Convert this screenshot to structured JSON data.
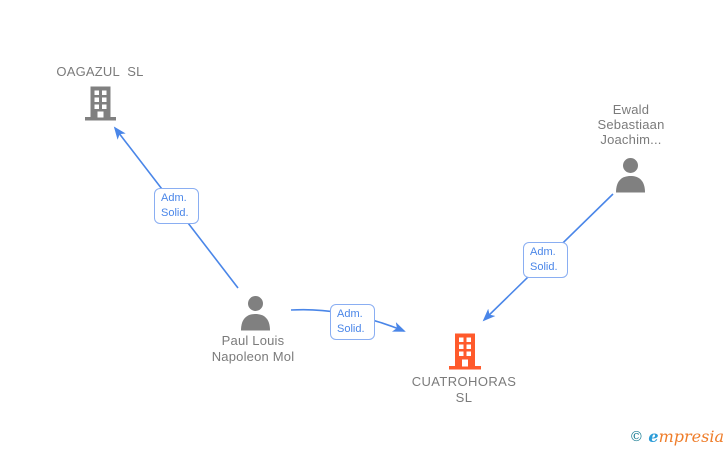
{
  "diagram": {
    "type": "corporate-relationship-graph",
    "background": "#ffffff"
  },
  "colors": {
    "arrow_blue": "#4a86e8",
    "edge_label_border": "#8aaef2",
    "icon_gray": "#808080",
    "text_gray": "#7b7b7b",
    "company_highlight_orange": "#ff5a2b",
    "logo_copyright": "#1d7f95",
    "logo_e_blue": "#2b9cd8",
    "logo_orange": "#ef7d2a"
  },
  "nodes": [
    {
      "id": "oagazul",
      "type": "company",
      "icon": "building-icon",
      "label": "OAGAZUL SL",
      "label_lines": [
        "OAGAZUL SL"
      ]
    },
    {
      "id": "paul",
      "type": "person",
      "icon": "person-icon",
      "label": "Paul Louis Napoleon Mol",
      "label_lines": [
        "Paul Louis",
        "Napoleon Mol"
      ]
    },
    {
      "id": "cuatrohoras",
      "type": "company",
      "icon": "building-icon",
      "label": "CUATROHORAS SL",
      "label_lines": [
        "CUATROHORAS",
        "SL"
      ]
    },
    {
      "id": "ewald",
      "type": "person",
      "icon": "person-icon",
      "label": "Ewald Sebastiaan Joachim...",
      "label_lines": [
        "Ewald",
        "Sebastiaan",
        "Joachim..."
      ]
    }
  ],
  "edges": [
    {
      "from": "paul",
      "to": "oagazul",
      "label": "Adm. Solid.",
      "label_lines": [
        "Adm.",
        "Solid."
      ]
    },
    {
      "from": "paul",
      "to": "cuatrohoras",
      "label": "Adm. Solid.",
      "label_lines": [
        "Adm.",
        "Solid."
      ]
    },
    {
      "from": "ewald",
      "to": "cuatrohoras",
      "label": "Adm. Solid.",
      "label_lines": [
        "Adm.",
        "Solid."
      ]
    }
  ],
  "logo": {
    "copyright": "©",
    "brand_first": "e",
    "brand_rest": "mpresia"
  }
}
